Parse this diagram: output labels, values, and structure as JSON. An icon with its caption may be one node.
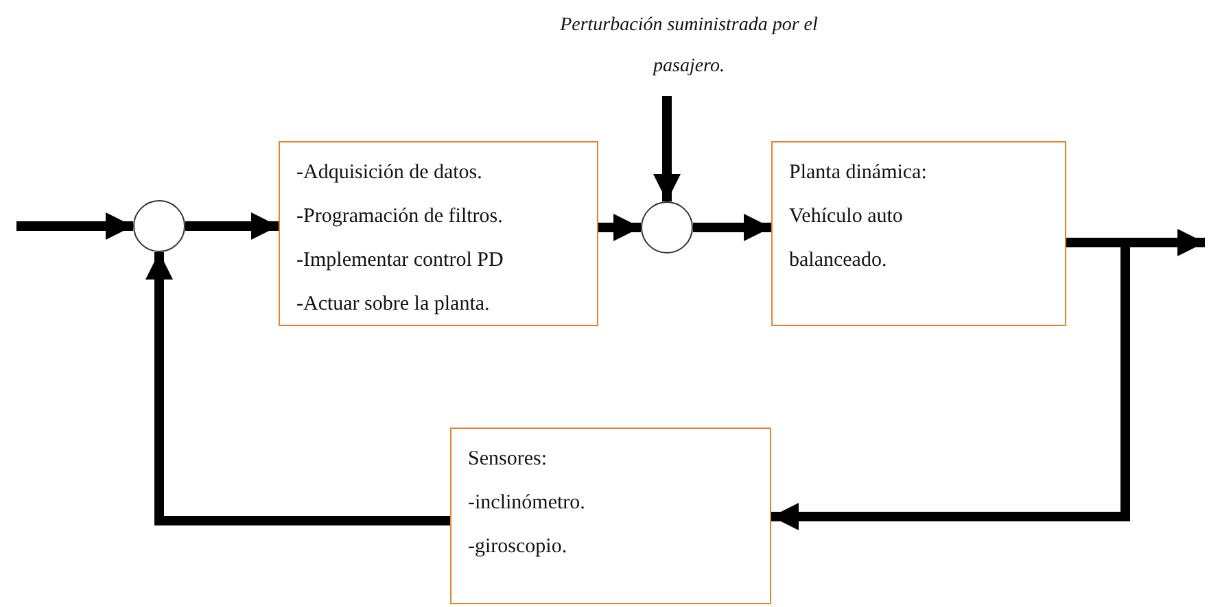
{
  "diagram": {
    "nodes": [
      {
        "text": [
          "Perturbación suministrada por el pasajero."
        ]
      },
      {
        "text": [],
        "shape": "circle"
      },
      {
        "text": [
          "-Adquisición de datos.",
          "-Programación de filtros.",
          "-Implementar control PD",
          "-Actuar sobre la planta."
        ]
      },
      {
        "text": [],
        "shape": "circle"
      },
      {
        "text": [
          "Planta dinámica:",
          "Vehículo auto balanceado."
        ]
      },
      {
        "text": [
          "Sensores:",
          "-inclinómetro.",
          "-giroscopio."
        ]
      }
    ],
    "edges": [
      {
        "from": null,
        "to": 1,
        "arrow": "to"
      },
      {
        "from": 1,
        "to": 2,
        "arrow": "to"
      },
      {
        "from": 2,
        "to": 3,
        "arrow": "to"
      },
      {
        "from": 0,
        "to": 3,
        "arrow": "to"
      },
      {
        "from": 3,
        "to": 4,
        "arrow": "to"
      },
      {
        "from": 4,
        "to": null,
        "arrow": "to"
      },
      {
        "from": 4,
        "to": 5,
        "arrow": "to"
      },
      {
        "from": 5,
        "to": 1,
        "arrow": "to"
      }
    ]
  }
}
